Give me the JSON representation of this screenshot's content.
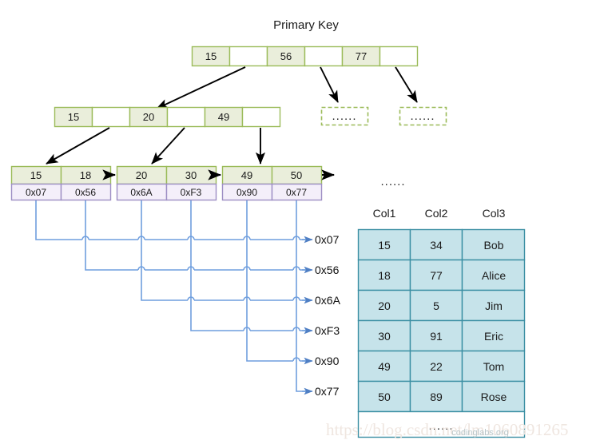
{
  "title": "Primary Key",
  "root_node": {
    "name": "root-node",
    "cells": [
      {
        "type": "key",
        "label": "15"
      },
      {
        "type": "pointer",
        "label": ""
      },
      {
        "type": "key",
        "label": "56"
      },
      {
        "type": "pointer",
        "label": ""
      },
      {
        "type": "key",
        "label": "77"
      },
      {
        "type": "pointer",
        "label": ""
      }
    ]
  },
  "internal_node": {
    "name": "internal-node",
    "cells": [
      {
        "type": "key",
        "label": "15"
      },
      {
        "type": "pointer",
        "label": ""
      },
      {
        "type": "key",
        "label": "20"
      },
      {
        "type": "pointer",
        "label": ""
      },
      {
        "type": "key",
        "label": "49"
      },
      {
        "type": "pointer",
        "label": ""
      }
    ]
  },
  "placeholder_nodes": [
    {
      "label": "......"
    },
    {
      "label": "......"
    }
  ],
  "leaf_nodes": [
    {
      "keys": [
        "15",
        "18"
      ],
      "pointers": [
        "0x07",
        "0x56"
      ]
    },
    {
      "keys": [
        "20",
        "30"
      ],
      "pointers": [
        "0x6A",
        "0xF3"
      ]
    },
    {
      "keys": [
        "49",
        "50"
      ],
      "pointers": [
        "0x90",
        "0x77"
      ]
    }
  ],
  "addresses": [
    "0x07",
    "0x56",
    "0x6A",
    "0xF3",
    "0x90",
    "0x77"
  ],
  "ellipsis_above_table": "......",
  "data_table": {
    "headers": [
      "Col1",
      "Col2",
      "Col3"
    ],
    "rows": [
      [
        "15",
        "34",
        "Bob"
      ],
      [
        "18",
        "77",
        "Alice"
      ],
      [
        "20",
        "5",
        "Jim"
      ],
      [
        "30",
        "91",
        "Eric"
      ],
      [
        "49",
        "22",
        "Tom"
      ],
      [
        "50",
        "89",
        "Rose"
      ]
    ],
    "footer_ellipsis": "......"
  },
  "watermarks": {
    "url": "https://blog.csdn.net/lm1060891265",
    "site": "codinglabs.org"
  },
  "colors": {
    "key_fill": "#eaeedb",
    "key_stroke": "#9bbb59",
    "pointer_fill": "#f4effa",
    "pointer_stroke": "#9d8ec4",
    "table_fill": "#c6e3ea",
    "table_stroke": "#3b8fa3",
    "connector": "#6f9ede"
  }
}
